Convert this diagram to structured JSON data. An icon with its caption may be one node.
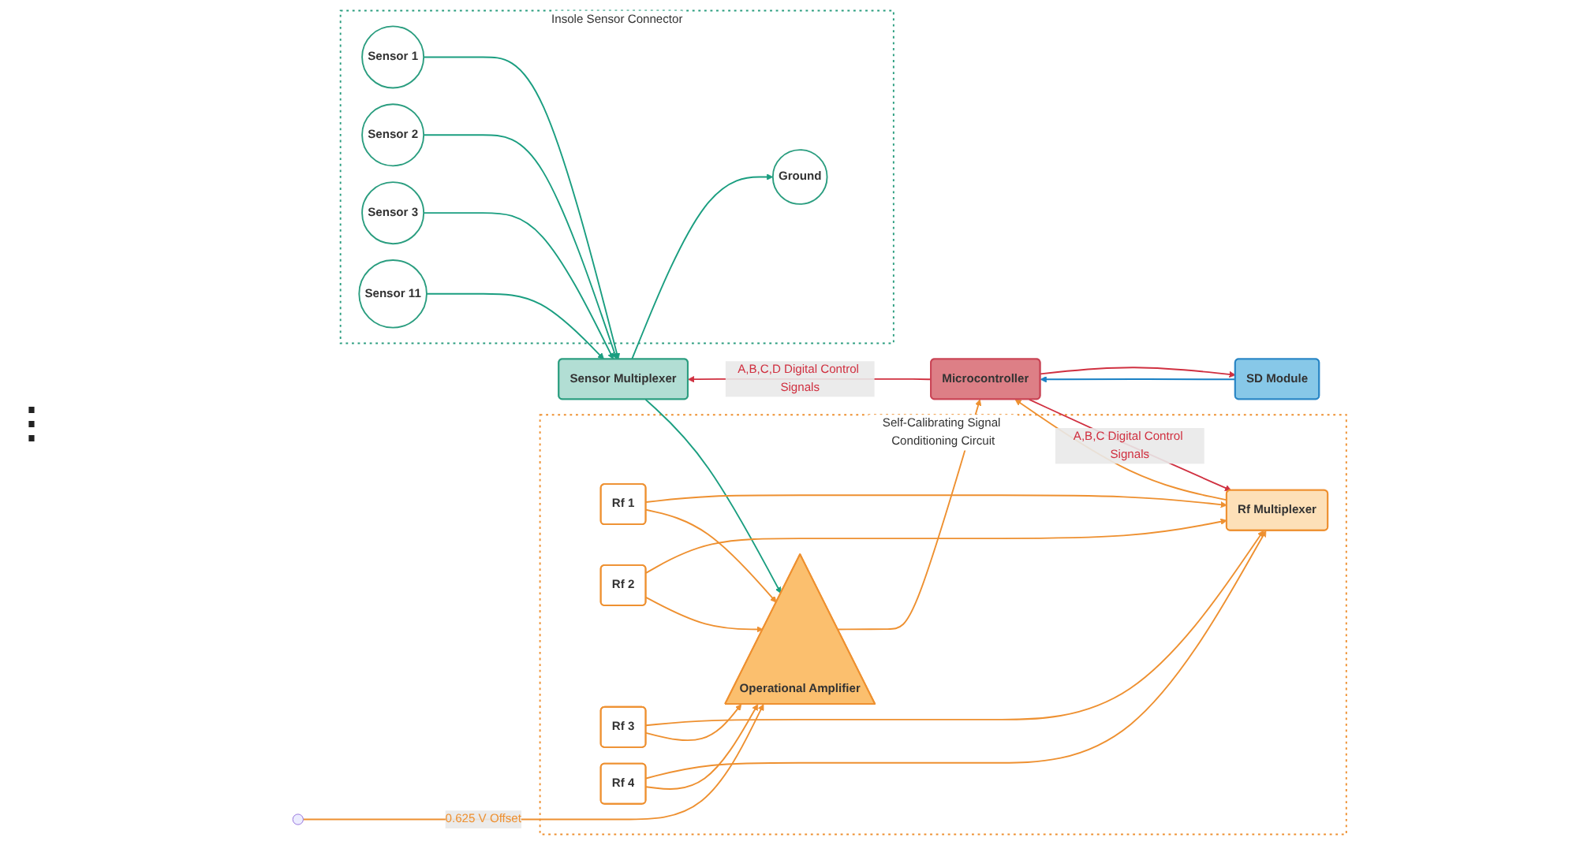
{
  "diagram": {
    "nodes": [
      {
        "text": [
          "Insole Sensor Connector"
        ]
      },
      {
        "text": [
          "Ground"
        ],
        "in": 0
      },
      {
        "text": [
          "Sensor 1"
        ],
        "in": 0
      },
      {
        "text": [
          "Sensor 2"
        ],
        "in": 0
      },
      {
        "text": [
          "Sensor 3"
        ],
        "in": 0
      },
      {
        "text": [
          "Sensor 11"
        ],
        "in": 0
      },
      {
        "text": [
          "Sensor Multiplexer"
        ]
      },
      {
        "text": [
          "Self-Calibrating Signal Conditioning Circuit"
        ]
      },
      {
        "text": [
          "Rf 1"
        ],
        "in": 7
      },
      {
        "text": [
          "Rf 2"
        ],
        "in": 7
      },
      {
        "text": [
          "Rf 3"
        ],
        "in": 7
      },
      {
        "text": [
          "Rf 4"
        ],
        "in": 7
      },
      {
        "text": [
          "Rf Multiplexer"
        ],
        "in": 7
      },
      {
        "text": [
          "Operational Amplifier"
        ],
        "in": 7
      },
      {
        "text": [
          "Microcontroller"
        ]
      },
      {
        "text": [
          "SD Module"
        ]
      }
    ],
    "edges": [
      {
        "from": 6,
        "to": 1,
        "arrow": "to",
        "color": "#1a9e80"
      },
      {
        "from": 2,
        "to": 6,
        "arrow": "to",
        "color": "#1a9e80"
      },
      {
        "from": 3,
        "to": 6,
        "arrow": "to",
        "color": "#1a9e80"
      },
      {
        "from": 4,
        "to": 6,
        "arrow": "to",
        "color": "#1a9e80"
      },
      {
        "from": 5,
        "to": 6,
        "arrow": "to",
        "color": "#1a9e80"
      },
      {
        "from": 14,
        "to": 6,
        "arrow": "to",
        "label": "A,B,C,D Digital Control Signals",
        "color": "#d03040"
      },
      {
        "from": 6,
        "to": 13,
        "arrow": "to",
        "color": "#1a9e80"
      },
      {
        "from": 8,
        "to": 12,
        "arrow": "to"
      },
      {
        "from": 9,
        "to": 12,
        "arrow": "to"
      },
      {
        "from": 10,
        "to": 12,
        "arrow": "to"
      },
      {
        "from": 11,
        "to": 12,
        "arrow": "to"
      },
      {
        "from": 8,
        "to": 13,
        "arrow": "to"
      },
      {
        "from": 9,
        "to": 13,
        "arrow": "to"
      },
      {
        "from": 10,
        "to": 13,
        "arrow": "to"
      },
      {
        "from": 11,
        "to": 13,
        "arrow": "to"
      },
      {
        "from": 14,
        "to": 12,
        "arrow": "to",
        "label": "A,B,C Digital Control Signals",
        "color": "#d03040"
      },
      {
        "from": null,
        "to": 13,
        "arrow": "to",
        "label": "0.625 V Offset"
      },
      {
        "from": 12,
        "to": 14,
        "arrow": "to"
      },
      {
        "from": 13,
        "to": 14,
        "arrow": "to"
      },
      {
        "from": 14,
        "to": 15,
        "arrow": "to",
        "color": "#d03040"
      },
      {
        "from": 15,
        "to": 14,
        "arrow": "to",
        "color": "#1a80c4"
      }
    ],
    "labels": [
      "⋮"
    ]
  }
}
